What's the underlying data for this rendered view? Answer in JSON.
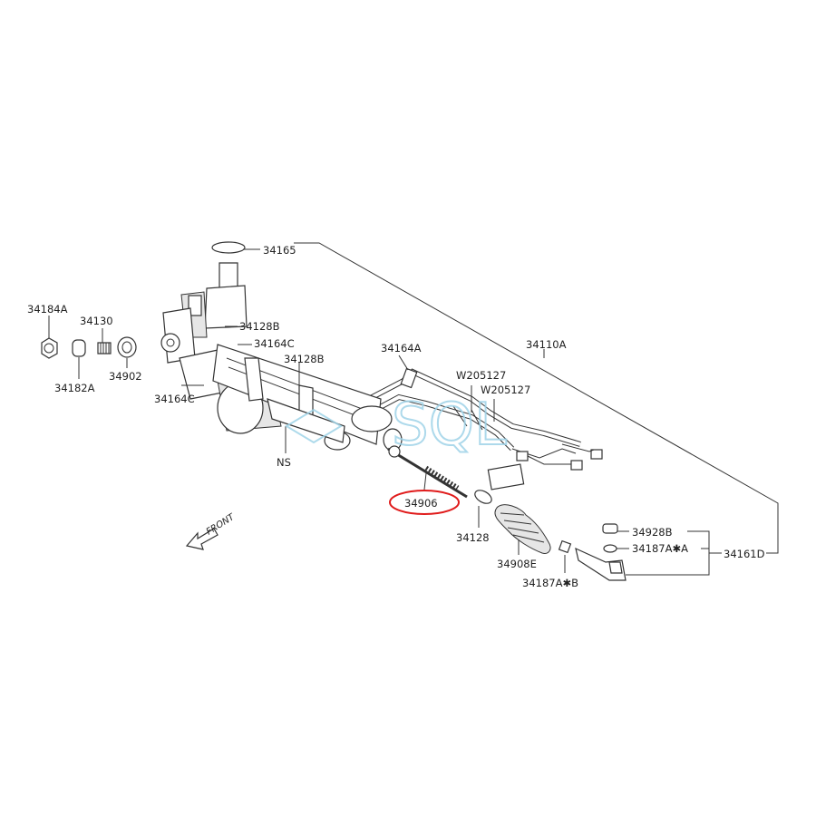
{
  "labels": {
    "l34165": "34165",
    "l34184A": "34184A",
    "l34130": "34130",
    "l34182A": "34182A",
    "l34902": "34902",
    "l34128B_top": "34128B",
    "l34164C_top": "34164C",
    "l34128B_mid": "34128B",
    "l34164C_bot": "34164C",
    "l34164A": "34164A",
    "l34110A": "34110A",
    "lW205127a": "W205127",
    "lW205127b": "W205127",
    "lNS": "NS",
    "l34906": "34906",
    "l34128": "34128",
    "l34908E": "34908E",
    "l34928B": "34928B",
    "l34187AA": "34187A✱A",
    "l34187AB": "34187A✱B",
    "l34161D": "34161D",
    "front": "FRONT"
  },
  "watermark": "SQL",
  "colors": {
    "highlight": "#e01b1b",
    "watermark": "#9fd3e8",
    "line": "#333333"
  }
}
